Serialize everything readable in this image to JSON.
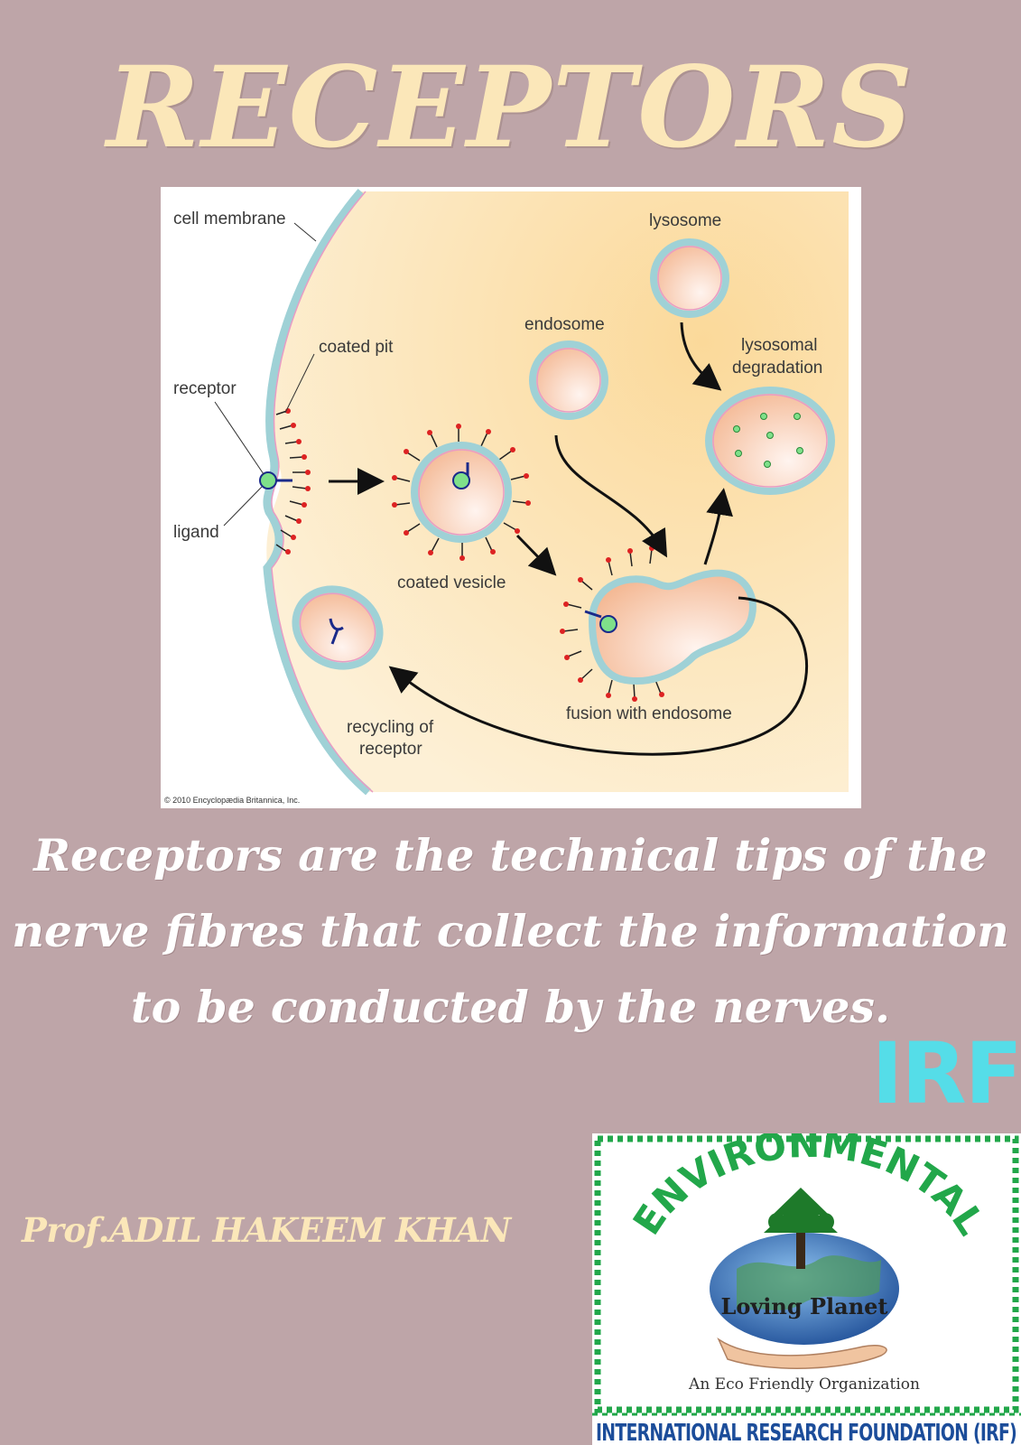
{
  "title": "RECEPTORS",
  "diagram": {
    "labels": {
      "cell_membrane": "cell membrane",
      "coated_pit": "coated pit",
      "receptor": "receptor",
      "ligand": "ligand",
      "coated_vesicle": "coated vesicle",
      "endosome": "endosome",
      "lysosome": "lysosome",
      "lysosomal_1": "lysosomal",
      "lysosomal_2": "degradation",
      "fusion": "fusion with endosome",
      "recycling_1": "recycling of",
      "recycling_2": "receptor"
    },
    "credit": "© 2010 Encyclopædia Britannica, Inc."
  },
  "caption_lines": [
    "Receptors are the technical tips of the",
    "nerve fibres that collect the information",
    "to be conducted by the nerves."
  ],
  "brand_mark": "IRF",
  "author": "Prof.ADIL HAKEEM KHAN",
  "logo": {
    "arc_text": "ENVIRONMENTAL",
    "planet_text": "Loving Planet",
    "tagline": "An Eco Friendly Organization",
    "footer": "INTERNATIONAL RESEARCH FOUNDATION (IRF)"
  },
  "colors": {
    "background": "#bea5a8",
    "title": "#fbe7b9",
    "brand": "#55dde8",
    "logo_green": "#22a74a",
    "logo_blue": "#1c4d9a"
  }
}
